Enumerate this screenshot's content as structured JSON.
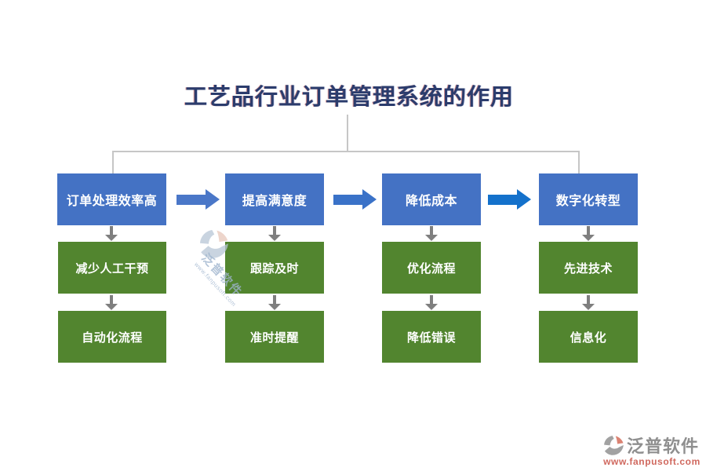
{
  "title": "工艺品行业订单管理系统的作用",
  "flow": {
    "columns": [
      {
        "header": "订单处理效率高",
        "items": [
          "减少人工干预",
          "自动化流程"
        ]
      },
      {
        "header": "提高满意度",
        "items": [
          "跟踪及时",
          "准时提醒"
        ]
      },
      {
        "header": "降低成本",
        "items": [
          "优化流程",
          "降低错误"
        ]
      },
      {
        "header": "数字化转型",
        "items": [
          "先进技术",
          "信息化"
        ]
      }
    ]
  },
  "colors": {
    "title_text": "#2b3c6d",
    "header_box": "#4472c4",
    "item_box": "#52852f",
    "flow_arrow_1": "#4a77c8",
    "flow_arrow_2": "#3a72c8",
    "flow_arrow_3": "#1471cb",
    "down_arrow": "#7f7f7f",
    "connector": "#c6c6c6"
  },
  "watermark": {
    "brand": "泛普软件",
    "url": "www.fanpusoft.com"
  },
  "brand_footer": {
    "name": "泛普软件",
    "url": "www.fanpusoft.com",
    "name_color": "#8f8f8f",
    "url_color": "#d0685e"
  }
}
